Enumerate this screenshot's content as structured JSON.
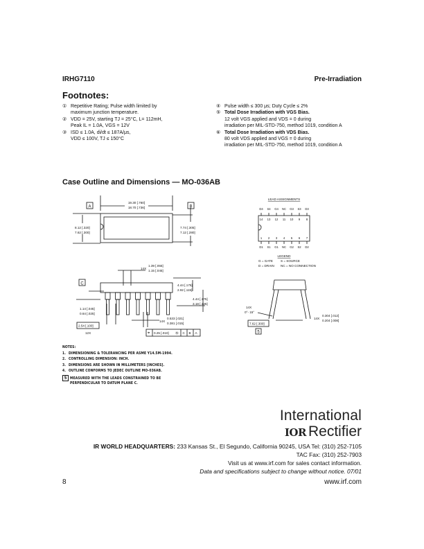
{
  "header": {
    "part_number": "IRHG7110",
    "section": "Pre-Irradiation"
  },
  "footnotes": {
    "title": "Footnotes:",
    "left": [
      {
        "marker": "①",
        "lines": [
          "Repetitive Rating; Pulse width limited by",
          "maximum junction temperature."
        ]
      },
      {
        "marker": "②",
        "lines": [
          "VDD = 25V, starting TJ = 25°C, L= 112mH,",
          "Peak IL = 1.0A, VGS = 12V"
        ]
      },
      {
        "marker": "③",
        "lines": [
          "ISD ≤ 1.0A, di/dt ≤ 187A/μs,",
          "VDD ≤ 100V, TJ ≤ 150°C"
        ]
      }
    ],
    "right": [
      {
        "marker": "④",
        "lines": [
          "Pulse width ≤ 300 μs; Duty Cycle ≤ 2%"
        ]
      },
      {
        "marker": "⑤",
        "title": "Total Dose Irradiation with VGS Bias.",
        "lines": [
          "12 volt VGS applied and VDS = 0 during",
          "irradiation per MIL-STD-750, method 1019, condition A"
        ]
      },
      {
        "marker": "⑥",
        "title": "Total Dose Irradiation with VDS Bias.",
        "lines": [
          "80 volt VDS applied and VGS = 0 during",
          "irradiation per MIL-STD-750, method 1019, condition A"
        ]
      }
    ]
  },
  "case_outline": {
    "title": "Case Outline and Dimensions — MO-036AB",
    "datums": [
      "A",
      "B",
      "C"
    ],
    "dims": {
      "length_max": "19.30 [.760]",
      "length_min": "18.70 [.736]",
      "width_left_max": "8.12 [.320]",
      "width_left_min": "7.62 [.300]",
      "width_right_max": "7.74 [.305]",
      "width_right_min": "7.12 [.280]",
      "lead_w_count": "14X",
      "lead_w_max": "1.39 [.055]",
      "lead_w_min": "1.15 [.045]",
      "body_h_max": "4.44 [.175]",
      "body_h_min": "2.92 [.115]",
      "lead_l_max": "4.44 [.175]",
      "lead_l_min": "3.18 [.125]",
      "standoff_max": "1.14 [.045]",
      "standoff_min": "0.64 [.025]",
      "pitch": "2.54 [.100]",
      "pitch_count": "12X",
      "lead_d_count": "14X",
      "lead_d_max": "0.533 [.021]",
      "lead_d_min": "0.381 [.015]",
      "tolerance_frame": [
        "⌖",
        "0.25 [.010]",
        "Ⓜ",
        "C",
        "B",
        "A"
      ],
      "angle_count": "14X",
      "angle": "0°- 15°",
      "row_spacing": "7.62 [.300]",
      "row_note": "5",
      "thick_count": "14X",
      "thick_max": "0.304 [.012]",
      "thick_min": "0.204 [.008]"
    },
    "lead_assignments": {
      "title": "LEAD ASSIGNMENTS",
      "top_labels": [
        "D4",
        "S4",
        "G4",
        "NC",
        "G3",
        "S3",
        "D3"
      ],
      "top_numbers": [
        "14",
        "13",
        "12",
        "11",
        "10",
        "9",
        "8"
      ],
      "bottom_numbers": [
        "1",
        "2",
        "3",
        "4",
        "5",
        "6",
        "7"
      ],
      "bottom_labels": [
        "D1",
        "S1",
        "G1",
        "NC",
        "G2",
        "S2",
        "D2"
      ]
    },
    "legend": {
      "title": "LEGEND",
      "items": [
        "G = GATE",
        "S = SOURCE",
        "D = DRAIN",
        "NC = NO CONNECTION"
      ]
    },
    "notes": {
      "title": "NOTES:",
      "items": [
        {
          "n": "1.",
          "text": "DIMENSIONING & TOLERANCING PER ASME Y14.5M-1994."
        },
        {
          "n": "2.",
          "text": "CONTROLLING DIMENSION: INCH."
        },
        {
          "n": "3.",
          "text": "DIMENSIONS ARE SHOWN IN MILLIMETERS [INCHES]."
        },
        {
          "n": "4.",
          "text": "OUTLINE CONFORMS TO JEDEC OUTLINE MO-036AB."
        },
        {
          "n": "5",
          "text": "MEASURED WITH THE LEADS CONSTRAINED TO BE",
          "text2": "PERPENDICULAR TO DATUM PLANE C."
        }
      ]
    }
  },
  "logo": {
    "line1": "International",
    "mark": "IOR",
    "line2": "Rectifier"
  },
  "footer": {
    "hq_label": "IR WORLD HEADQUARTERS:",
    "hq_address": " 233 Kansas St., El Segundo, California 90245, USA Tel: (310) 252-7105",
    "fax": "TAC Fax: (310) 252-7903",
    "visit": "Visit us at www.irf.com for sales contact information.",
    "disclaimer": "Data and specifications subject to change without notice. 07/01",
    "page_number": "8",
    "website": "www.irf.com"
  }
}
